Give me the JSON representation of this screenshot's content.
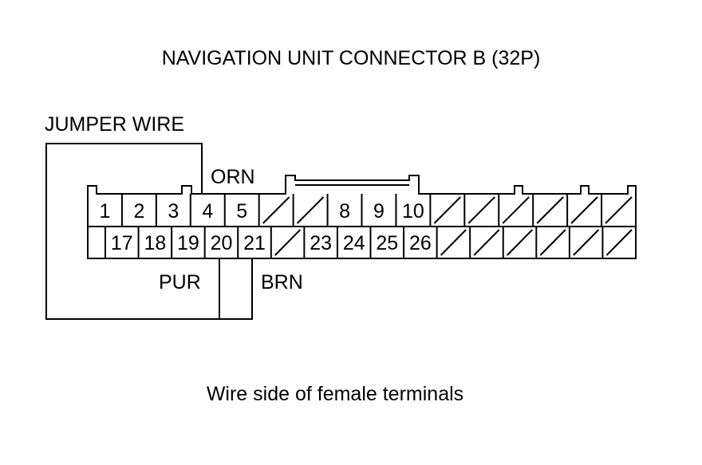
{
  "title": "NAVIGATION UNIT CONNECTOR B (32P)",
  "footer": "Wire side of female terminals",
  "jumper_label": "JUMPER WIRE",
  "wire_labels": {
    "orn": "ORN",
    "pur": "PUR",
    "brn": "BRN"
  },
  "connector": {
    "top_row": [
      "1",
      "2",
      "3",
      "4",
      "5",
      "",
      "",
      "8",
      "9",
      "10",
      "",
      "",
      "",
      "",
      "",
      ""
    ],
    "bottom_row": [
      "",
      "17",
      "18",
      "19",
      "20",
      "21",
      "",
      "23",
      "24",
      "25",
      "26",
      "",
      "",
      "",
      "",
      "",
      ""
    ]
  },
  "colors": {
    "line": "#000000",
    "background": "#ffffff"
  }
}
